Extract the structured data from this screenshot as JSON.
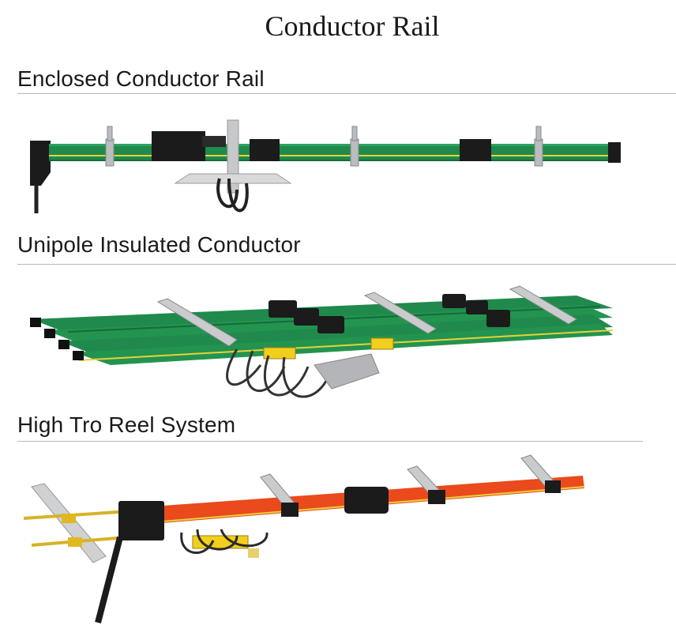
{
  "page": {
    "title": "Conductor Rail"
  },
  "sections": [
    {
      "title": "Enclosed Conductor Rail",
      "illustration_icon": "enclosed-conductor-rail-illustration"
    },
    {
      "title": "Unipole Insulated Conductor",
      "illustration_icon": "unipole-insulated-conductor-illustration"
    },
    {
      "title": "High Tro Reel System",
      "illustration_icon": "high-tro-reel-system-illustration"
    }
  ],
  "colors": {
    "rail_green": "#1f8a4c",
    "rail_orange": "#ea4a1c",
    "stripe_yellow": "#e7d23a",
    "housing_black": "#1b1b1b",
    "bracket_silver": "#b9bcc0",
    "collector_yellow": "#f2cf1c"
  }
}
